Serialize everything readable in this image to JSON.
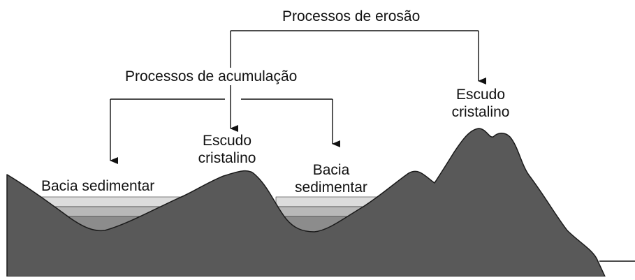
{
  "labels": {
    "erosion_title": "Processos de erosão",
    "accumulation_title": "Processos de acumulação",
    "shield_left_line1": "Escudo",
    "shield_left_line2": "cristalino",
    "shield_right_line1": "Escudo",
    "shield_right_line2": "cristalino",
    "basin_left": "Bacia sedimentar",
    "basin_right_line1": "Bacia",
    "basin_right_line2": "sedimentar"
  },
  "colors": {
    "relief": "#595959",
    "relief_outline": "#1a1a1a",
    "sediment_light": "#dcdcdc",
    "sediment_mid": "#b8b8b8",
    "sediment_dark": "#8c8c8c",
    "arrows": "#111111"
  }
}
